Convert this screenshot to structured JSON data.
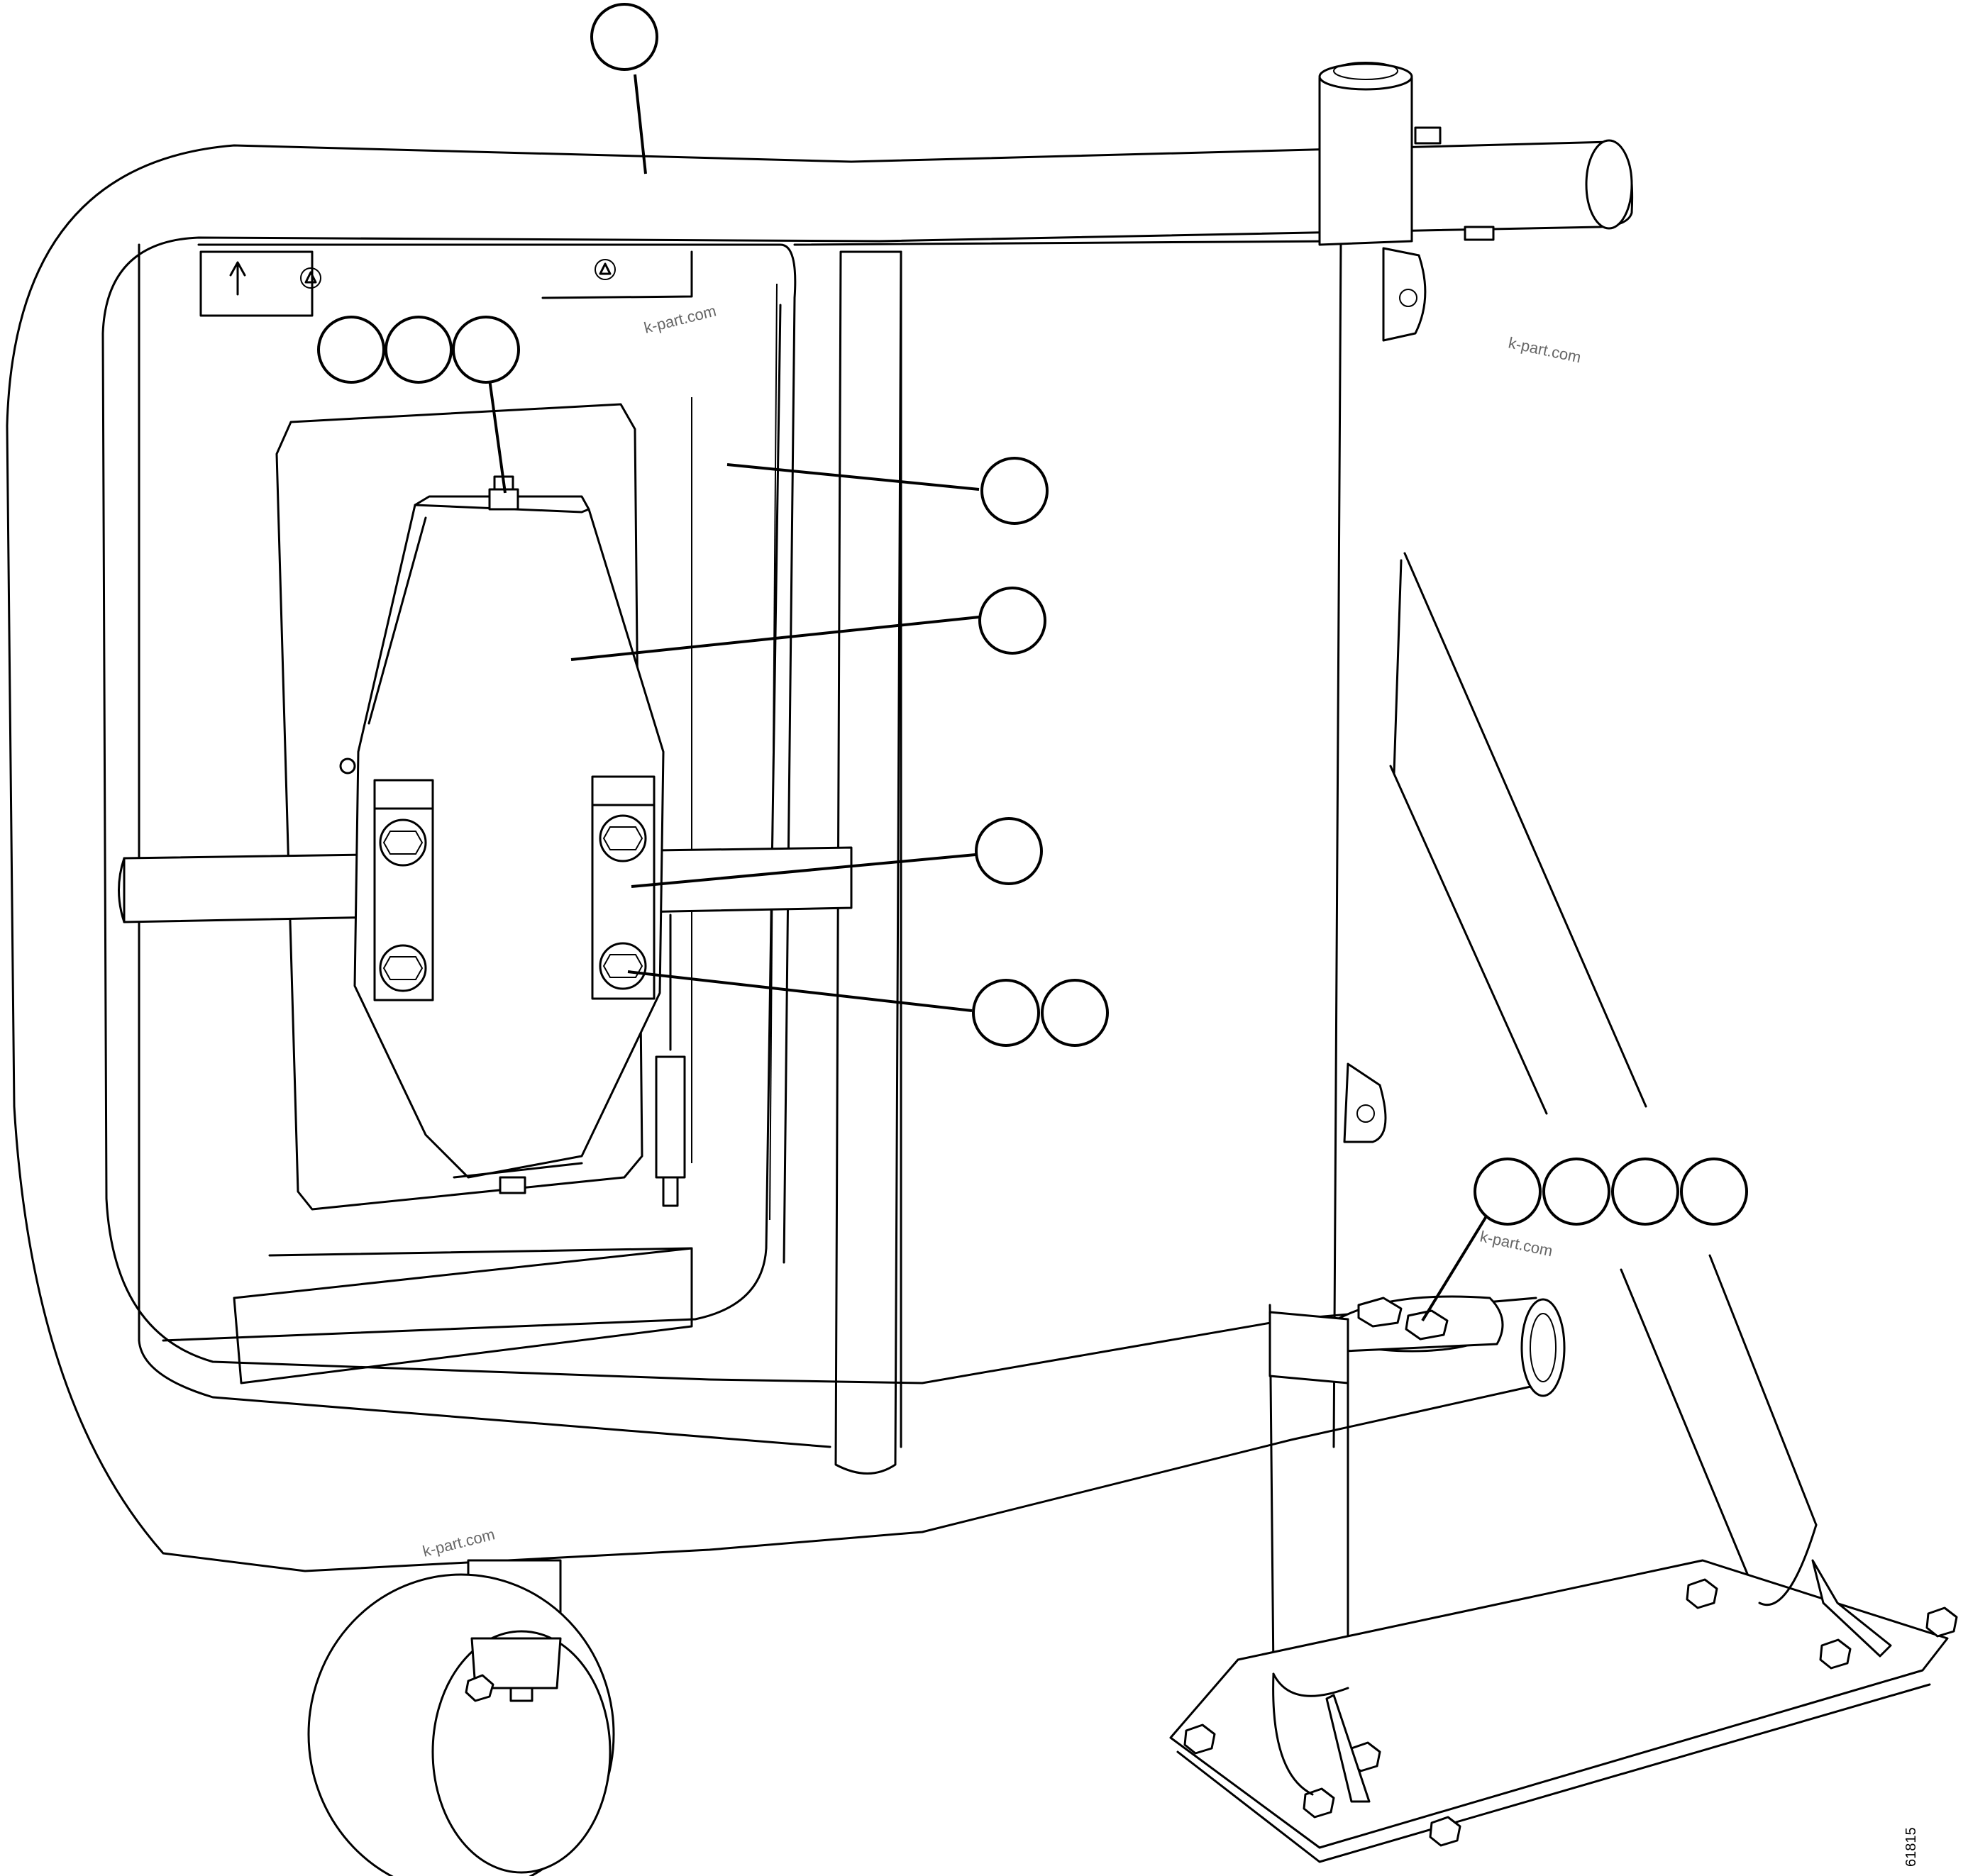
{
  "diagram": {
    "watermarks": [
      "k-part.com",
      "k-part.com",
      "k-part.com",
      "k-part.com"
    ],
    "figure_number": "61815",
    "callout_groups": [
      {
        "name": "top-frame-callout",
        "count": 1
      },
      {
        "name": "upper-bolt-callouts",
        "count": 3
      },
      {
        "name": "tank-callout",
        "count": 1
      },
      {
        "name": "mount-callout",
        "count": 1
      },
      {
        "name": "clamp-callout",
        "count": 1
      },
      {
        "name": "clamp-bolt-callouts",
        "count": 2
      },
      {
        "name": "base-bolt-callouts",
        "count": 4
      }
    ],
    "icons": [
      "arrow-up-icon",
      "warning-triangle-icon"
    ]
  }
}
